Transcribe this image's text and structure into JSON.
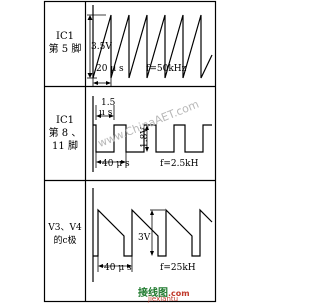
{
  "rows": [
    {
      "label": [
        "IC1",
        "第 5 脚"
      ],
      "annotations": {
        "amplitude": "3.5V",
        "period": "20 μ s",
        "frequency": "f=50kHz"
      }
    },
    {
      "label": [
        "IC1",
        "第 8 、",
        "11 脚"
      ],
      "annotations": {
        "pulse_width": "1.5",
        "pulse_width_unit": "μ s",
        "amplitude": "1.8V",
        "period": "40 μ s",
        "frequency": "f=2.5kH"
      }
    },
    {
      "label": [
        "V3、V4",
        "的c极"
      ],
      "annotations": {
        "amplitude": "3V",
        "period": "40 μ s",
        "frequency": "f=25kH"
      }
    }
  ],
  "watermarks": {
    "site": "www.ChinaAET.com",
    "logo_text": "接线图",
    "logo_site": ".com",
    "url": "jiexiantu"
  }
}
